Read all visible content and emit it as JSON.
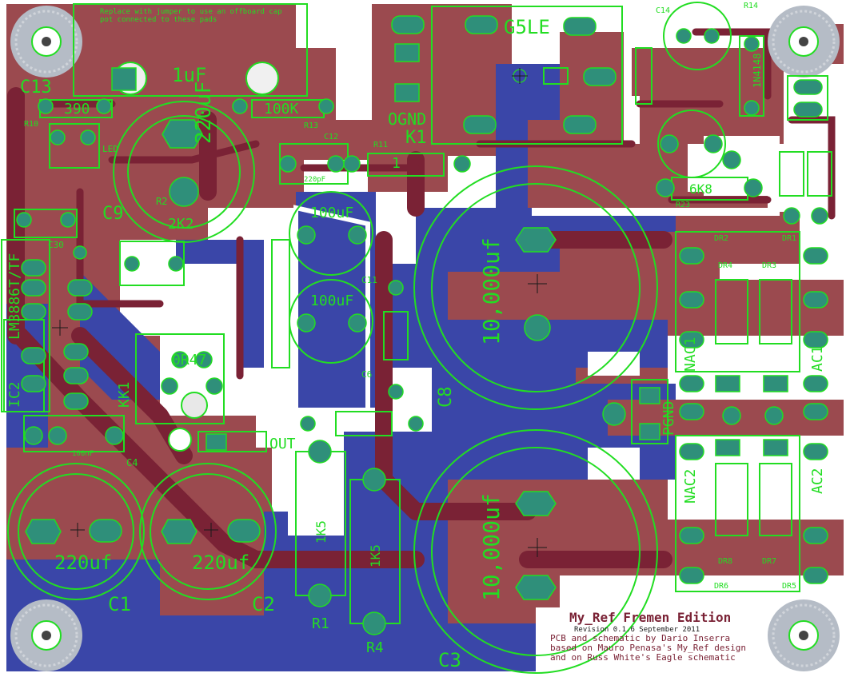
{
  "colors": {
    "background": "#ffffff",
    "top_copper": "#9b4a4f",
    "bottom_copper": "#3a46a8",
    "trace": "#7a2235",
    "silkscreen": "#22dd22",
    "pad": "#2f8f7a"
  },
  "notes": {
    "jumper_line1": "Replace with jumper to use an offboard cap",
    "jumper_line2": "pot connected to these pads"
  },
  "title_block": {
    "title": "My_Ref Fremen Edition",
    "revision": "Revision 0.1.6 September 2011",
    "line1": "PCB and schematic by Dario Inserra",
    "line2": "based on Mauro Penasa's My_Ref design",
    "line3": "and on Russ White's Eagle schematic"
  },
  "labels": {
    "c13": "C13",
    "cap_1uf": "1uF",
    "r10_val": "390",
    "r10": "R10",
    "r13_val": "100K",
    "r13": "R13",
    "c12": "C12",
    "c12_val": "220pF",
    "r11": "R11",
    "k1": "K1",
    "g5le": "G5LE",
    "ognd": "OGND",
    "c9": "C9",
    "c9_val": "220uF",
    "c30": "C30",
    "ic": "LM3886T/TF",
    "ic2": "IC2",
    "kk1": "KK1",
    "c4": "C4",
    "c4_val": "100nF",
    "r2": "R2",
    "r2_val": "2K2",
    "c1": "C1",
    "c1_val": "220uf",
    "c2": "C2",
    "c2_val": "220uf",
    "c100a": "100uF",
    "c100b": "100uF",
    "c11": "C11",
    "c6": "C6",
    "c8": "C8",
    "c8_val": "10,000uf",
    "c3": "C3",
    "c3_val": "10,000uf",
    "r1": "R1",
    "r1_val": "1K5",
    "r4": "R4",
    "r4_val": "1K5",
    "out": "OUT",
    "pgnd": "PGND",
    "nac1": "NAC1",
    "ac1": "AC1",
    "nac2": "NAC2",
    "ac2": "AC2",
    "dr1": "DR1",
    "dr2": "DR2",
    "dr3": "DR3",
    "dr4": "DR4",
    "dr5": "DR5",
    "dr6": "DR6",
    "dr7": "DR7",
    "dr8": "DR8",
    "r23": "R23",
    "r23_val": "6K8",
    "r1_small": "1",
    "r47": "0R47",
    "c14": "C14",
    "r14": "R14",
    "ic_small": "1N4148",
    "led": "LED"
  }
}
